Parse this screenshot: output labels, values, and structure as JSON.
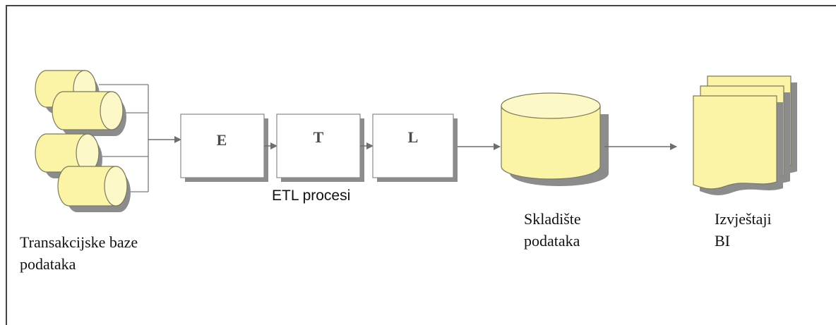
{
  "boxes": {
    "e": "E",
    "t": "T",
    "l": "L"
  },
  "labels": {
    "etl_process": "ETL procesi",
    "sources_line1": "Transakcijske baze",
    "sources_line2": "podataka",
    "warehouse_line1": "Skladište",
    "warehouse_line2": "podataka",
    "reports_line1": "Izvještaji",
    "reports_line2": "BI"
  },
  "colors": {
    "cylinder_fill": "#fbf3a6",
    "cylinder_top": "#fdf8c8",
    "cylinder_stroke": "#7a7a5a",
    "shadow": "#8c8c8c",
    "box_fill": "#ffffff",
    "box_stroke": "#888888",
    "arrow": "#6e6e6e",
    "document_fill": "#fbf3a6",
    "frame": "#444444"
  }
}
